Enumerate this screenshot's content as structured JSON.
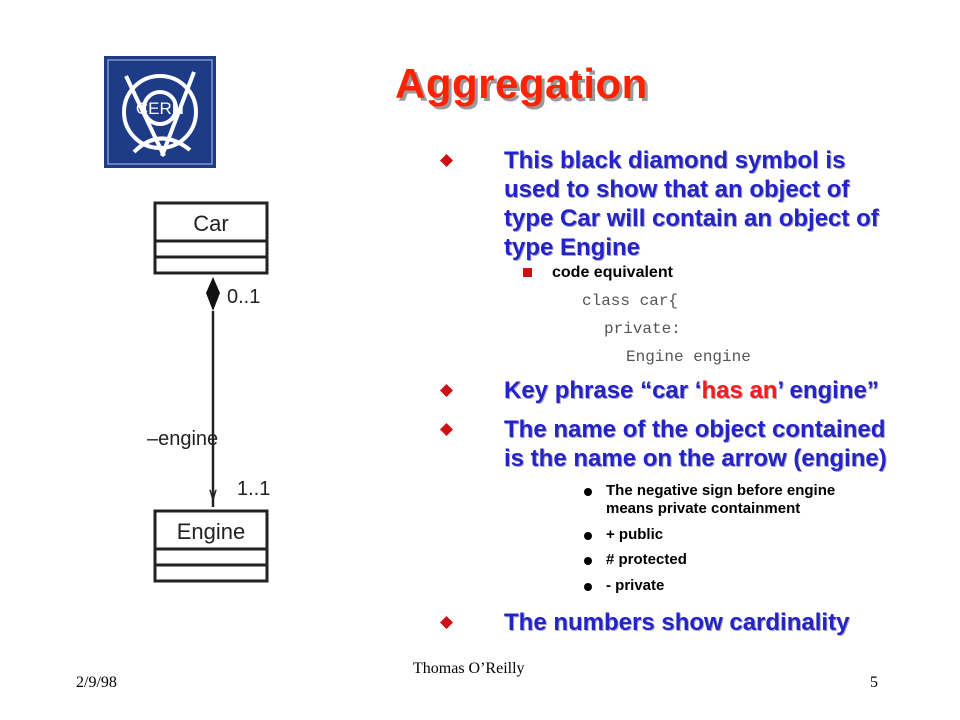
{
  "title": "Aggregation",
  "logo_text": "CERN",
  "diagram": {
    "class1": "Car",
    "class2": "Engine",
    "mult_top": "0..1",
    "mult_bottom": "1..1",
    "role": "–engine",
    "arrowhead_glyph": "∨"
  },
  "bullets": [
    {
      "lines": [
        "This black diamond symbol is",
        "used to show that an object of",
        "type Car will contain an object of",
        "type Engine"
      ]
    },
    {
      "prefix": "Key phrase “car ‘",
      "highlight": "has an",
      "suffix": "’ engine”"
    },
    {
      "lines": [
        "The name of the object contained",
        "is the name on the arrow (engine)"
      ]
    },
    {
      "text": "The numbers show cardinality"
    }
  ],
  "sub_bullet": "code equivalent",
  "code_lines": [
    "class car{",
    "private:",
    "Engine engine"
  ],
  "level3": [
    {
      "lines": [
        "The negative sign before engine",
        "means private containment"
      ]
    },
    {
      "text": "+ public"
    },
    {
      "text": "# protected"
    },
    {
      "text": "-  private"
    }
  ],
  "colors": {
    "title": "#ff2200",
    "bullet_text": "#2323c8",
    "highlight": "#ff1a1a",
    "logo_bg": "#1d3b86"
  },
  "footer": {
    "date": "2/9/98",
    "author": "Thomas O’Reilly",
    "page": "5"
  }
}
